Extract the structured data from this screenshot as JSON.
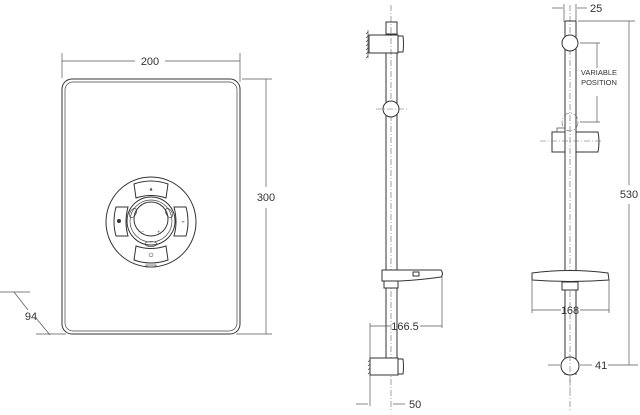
{
  "front_view": {
    "width_label": "200",
    "height_label": "300",
    "depth_label": "94",
    "control_buttons": {
      "top": "up-arrow-icon",
      "left": "dot-icon",
      "right": "menu-icon",
      "bottom": "power-icon"
    }
  },
  "side_view": {
    "offset_label": "166.5",
    "wall_clearance_label": "50"
  },
  "rear_view": {
    "rail_diameter_label": "25",
    "variable_label_line1": "VARIABLE",
    "variable_label_line2": "POSITION",
    "length_label": "530",
    "soap_dish_width_label": "168",
    "bracket_diameter_label": "41"
  }
}
